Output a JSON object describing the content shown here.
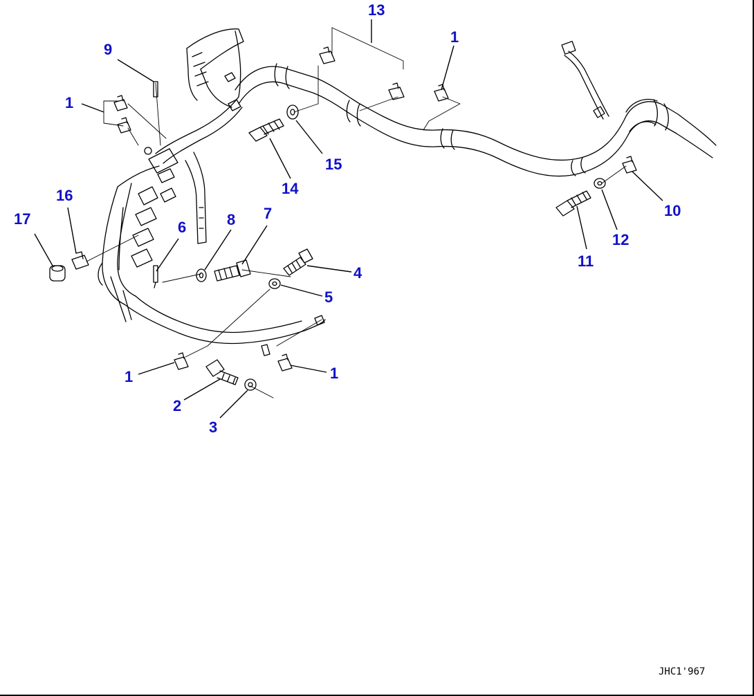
{
  "figure": {
    "drawing_code": "JHC1'967",
    "label_color": "#1010c8",
    "line_color": "#000000",
    "callouts": [
      {
        "id": "c13",
        "text": "13"
      },
      {
        "id": "c1a",
        "text": "1"
      },
      {
        "id": "c9",
        "text": "9"
      },
      {
        "id": "c1b",
        "text": "1"
      },
      {
        "id": "c15",
        "text": "15"
      },
      {
        "id": "c14",
        "text": "14"
      },
      {
        "id": "c16",
        "text": "16"
      },
      {
        "id": "c17",
        "text": "17"
      },
      {
        "id": "c6",
        "text": "6"
      },
      {
        "id": "c8",
        "text": "8"
      },
      {
        "id": "c7",
        "text": "7"
      },
      {
        "id": "c4",
        "text": "4"
      },
      {
        "id": "c5",
        "text": "5"
      },
      {
        "id": "c10",
        "text": "10"
      },
      {
        "id": "c12",
        "text": "12"
      },
      {
        "id": "c11",
        "text": "11"
      },
      {
        "id": "c1c",
        "text": "1"
      },
      {
        "id": "c1d",
        "text": "1"
      },
      {
        "id": "c2",
        "text": "2"
      },
      {
        "id": "c3",
        "text": "3"
      }
    ]
  }
}
